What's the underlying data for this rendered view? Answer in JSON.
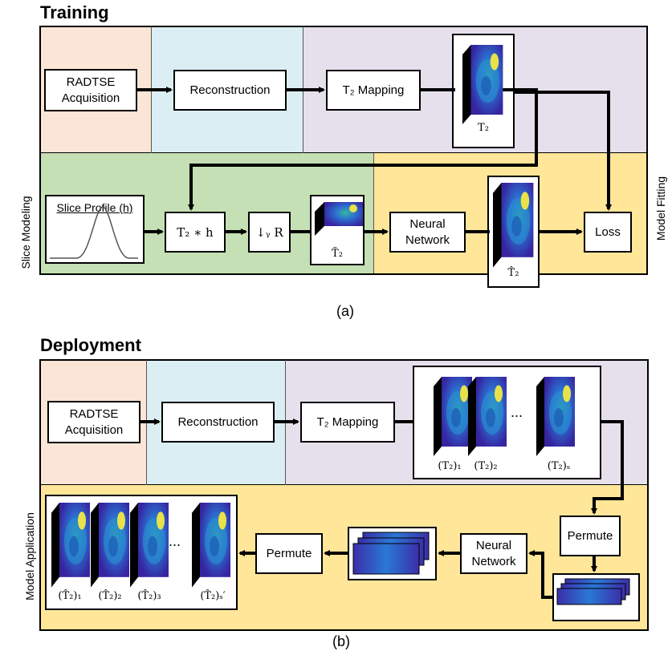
{
  "training": {
    "heading": "Training",
    "caption": "(a)",
    "acquisition": "RADTSE\nAcquisition",
    "reconstruction": "Reconstruction",
    "t2_mapping": "T₂ Mapping",
    "t2_image_label": "T₂",
    "slice_modeling_label": "Slice Modeling",
    "model_fitting_label": "Model Fitting",
    "slice_profile": "Slice Profile (h)",
    "convolution": "T₂ ∗ h",
    "downsample": "↓ᵧ R",
    "t2_tilde_label": "T̃₂",
    "neural_network": "Neural\nNetwork",
    "t2_hat_label": "T̂₂",
    "loss": "Loss"
  },
  "deployment": {
    "heading": "Deployment",
    "caption": "(b)",
    "acquisition": "RADTSE\nAcquisition",
    "reconstruction": "Reconstruction",
    "t2_mapping": "T₂ Mapping",
    "stack_labels": [
      "(T₂)₁",
      "(T₂)₂",
      "(T₂)ₛ"
    ],
    "dots": "...",
    "model_application_label": "Model Application",
    "permute_right": "Permute",
    "neural_network": "Neural\nNetwork",
    "permute_left": "Permute",
    "output_labels": [
      "(T̂₂)₁",
      "(T̂₂)₂",
      "(T̂₂)₃",
      "(T̂₂)ₛ′"
    ],
    "output_dots": "..."
  },
  "colors": {
    "acquisition_bg": "#fbe5d6",
    "reconstruction_bg": "#dbeef3",
    "mapping_bg": "#e5e0ec",
    "slice_bg": "#c5e0b4",
    "fitting_bg": "#ffe699",
    "line": "#000000"
  }
}
